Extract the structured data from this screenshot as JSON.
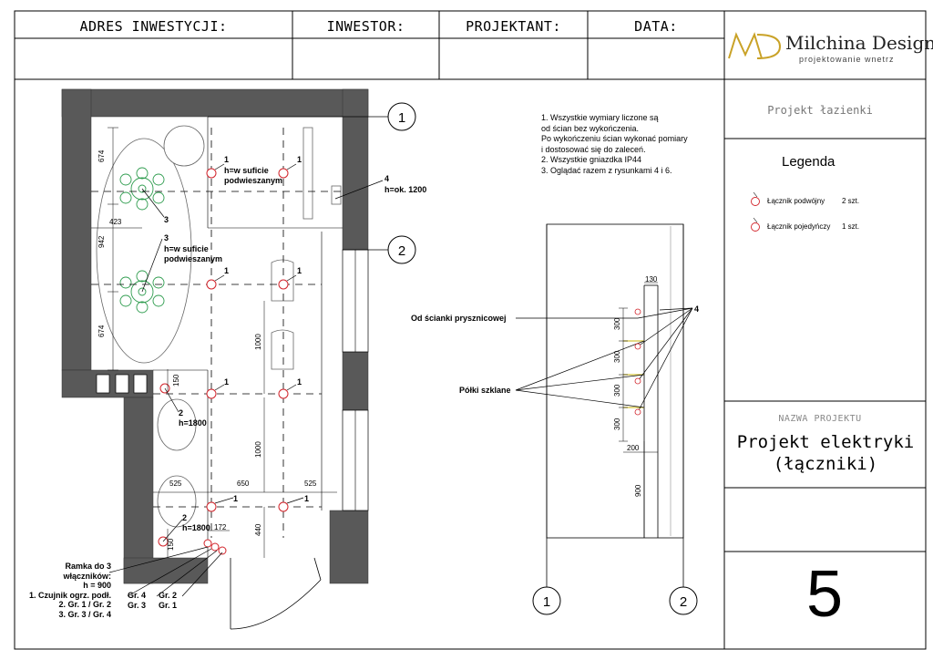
{
  "header": {
    "address_label": "ADRES INWESTYCJI:",
    "investor_label": "INWESTOR:",
    "designer_label": "PROJEKTANT:",
    "date_label": "DATA:"
  },
  "logo": {
    "name": "Milchina Design",
    "tagline": "projektowanie wnetrz",
    "brand_color": "#c9a227"
  },
  "sidebar": {
    "project_type": "Projekt łazienki",
    "legend_title": "Legenda",
    "legend": [
      {
        "label": "Łącznik podwójny",
        "count": "2 szt."
      },
      {
        "label": "Łącznik pojedyńczy",
        "count": "1 szt."
      }
    ],
    "project_name_label": "NAZWA PROJEKTU",
    "project_name_line1": "Projekt elektryki",
    "project_name_line2": "(łączniki)",
    "sheet_number": "5"
  },
  "notes": [
    "1.  Wszystkie wymiary liczone są",
    "od ścian bez wykończenia.",
    "Po wykończeniu ścian wykonać pomiary",
    "i dostosować się do zaleceń.",
    "2. Wszystkie gniazdka IP44",
    "3. Oglądać razem z rysunkami 4 i 6."
  ],
  "plan": {
    "section_markers": [
      "1",
      "2"
    ],
    "dims": {
      "d674a": "674",
      "d942": "942",
      "d674b": "674",
      "d423": "423",
      "d1000a": "1000",
      "d1000b": "1000",
      "d150a": "150",
      "d150b": "150",
      "d525a": "525",
      "d650": "650",
      "d525b": "525",
      "d440": "440",
      "d172": "172"
    },
    "labels": {
      "h_ceiling_1a": "h=w suficie",
      "h_ceiling_1b": "podwieszanym",
      "h_ceiling_3a": "h=w suficie",
      "h_ceiling_3b": "podwieszanym",
      "h_1200": "h=ok. 1200",
      "h_1800a": "h=1800",
      "h_1800b": "h=1800",
      "n1": "1",
      "n2": "2",
      "n3": "3",
      "n4": "4",
      "gr4": "Gr. 4",
      "gr2": "Gr. 2",
      "gr3": "Gr. 3",
      "gr1": "Gr. 1"
    },
    "ramka": [
      "Ramka do 3",
      "włączników:",
      "h = 900",
      "1. Czujnik ogrz. podł.",
      "2. Gr. 1 / Gr. 2",
      "3. Gr. 3 / Gr. 4"
    ]
  },
  "elevation": {
    "label_shower": "Od ścianki prysznicowej",
    "label_shelves": "Półki szklane",
    "marker": "4",
    "dims": {
      "d130": "130",
      "d300a": "300",
      "d300b": "300",
      "d300c": "300",
      "d300d": "300",
      "d200": "200",
      "d900": "900"
    },
    "section_markers": [
      "1",
      "2"
    ]
  }
}
